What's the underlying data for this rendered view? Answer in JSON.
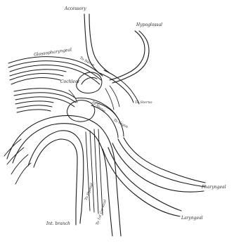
{
  "diagram": {
    "labels": {
      "accessory": "Accessory",
      "glossopharyngeal": "Glossopharyngeal",
      "hypoglossal": "Hypoglossal",
      "cochlear": "Cochlear",
      "to_sterno": "To Sterno",
      "to_nerve_top": "To Nerve",
      "to_nerve_mid": "To Nerve",
      "to_vagus": "To Vagus",
      "to_hypogl": "To Hypogl.",
      "to_1st_cervical": "To 1st Cervical",
      "int_branch": "Int. branch",
      "pharyngeal": "Pharyngeal",
      "laryngeal": "Laryngeal"
    }
  }
}
